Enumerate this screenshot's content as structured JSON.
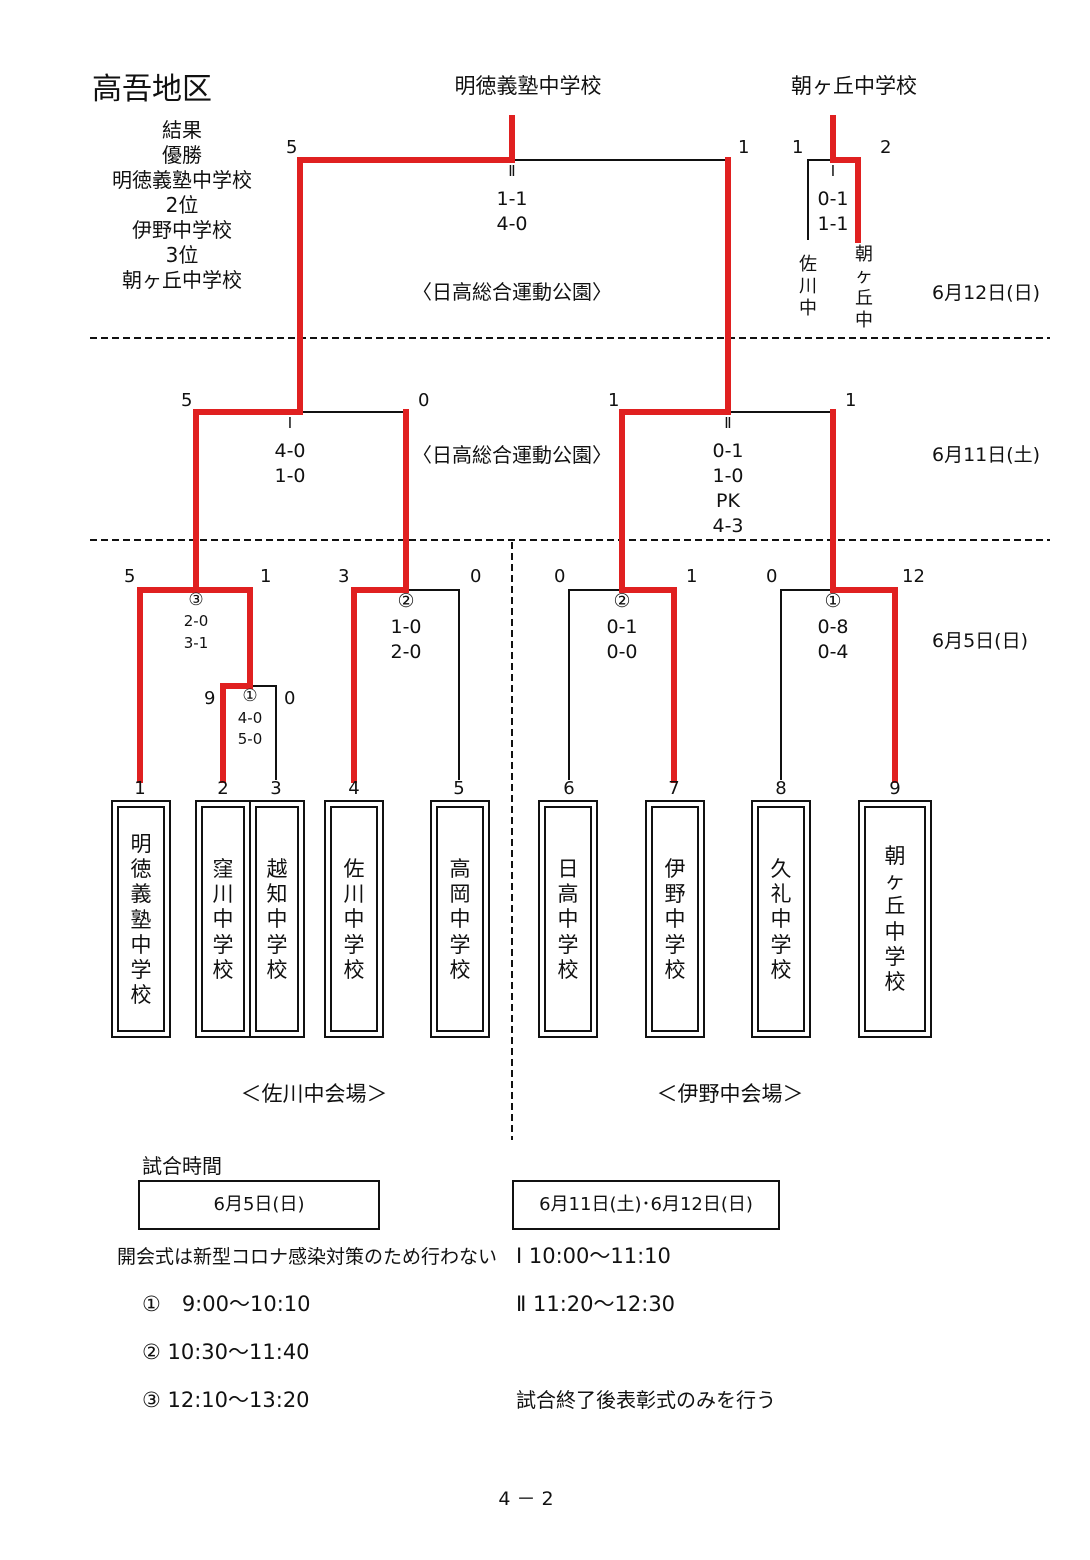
{
  "title": "高吾地区",
  "finalists": {
    "final_top_team": "明徳義塾中学校",
    "third_place_top_team": "朝ヶ丘中学校"
  },
  "result": {
    "heading": "結果",
    "first_label": "優勝",
    "first_team": "明徳義塾中学校",
    "second_label": "2位",
    "second_team": "伊野中学校",
    "third_label": "3位",
    "third_team": "朝ヶ丘中学校"
  },
  "final_match": {
    "mark": "Ⅱ",
    "left_score": "5",
    "right_score": "1",
    "half1": "1-1",
    "half2": "4-0",
    "venue": "〈日高総合運動公園〉"
  },
  "third_place_match": {
    "mark": "Ⅰ",
    "left_score": "1",
    "right_score": "2",
    "half1": "0-1",
    "half2": "1-1",
    "left_team": "佐\n川\n中",
    "right_team": "朝\nヶ\n丘\n中"
  },
  "dates": {
    "day3": "6月12日(日)",
    "day2": "6月11日(土)",
    "day1": "6月5日(日)"
  },
  "semifinal_left": {
    "mark": "Ⅰ",
    "left_score": "5",
    "right_score": "0",
    "half1": "4-0",
    "half2": "1-0",
    "venue": "〈日高総合運動公園〉"
  },
  "semifinal_right": {
    "mark": "Ⅱ",
    "left_score": "1",
    "right_score": "1",
    "half1": "0-1",
    "half2": "1-0",
    "pk_label": "PK",
    "pk_score": "4-3"
  },
  "round1": [
    {
      "mark": "③",
      "left_score": "5",
      "right_score": "1",
      "half1": "2-0",
      "half2": "3-1"
    },
    {
      "mark": "②",
      "left_score": "3",
      "right_score": "0",
      "half1": "1-0",
      "half2": "2-0"
    },
    {
      "mark": "②",
      "left_score": "0",
      "right_score": "1",
      "half1": "0-1",
      "half2": "0-0"
    },
    {
      "mark": "①",
      "left_score": "0",
      "right_score": "12",
      "half1": "0-8",
      "half2": "0-4"
    }
  ],
  "prelim": {
    "mark": "①",
    "left_score": "9",
    "right_score": "0",
    "half1": "4-0",
    "half2": "5-0"
  },
  "teams": [
    {
      "no": "1",
      "name": "明\n徳\n義\n塾\n中\n学\n校"
    },
    {
      "no": "2",
      "name": "窪\n川\n中\n学\n校"
    },
    {
      "no": "3",
      "name": "越\n知\n中\n学\n校"
    },
    {
      "no": "4",
      "name": "佐\n川\n中\n学\n校"
    },
    {
      "no": "5",
      "name": "高\n岡\n中\n学\n校"
    },
    {
      "no": "6",
      "name": "日\n高\n中\n学\n校"
    },
    {
      "no": "7",
      "name": "伊\n野\n中\n学\n校"
    },
    {
      "no": "8",
      "name": "久\n礼\n中\n学\n校"
    },
    {
      "no": "9",
      "name": "朝\nヶ\n丘\n中\n学\n校"
    }
  ],
  "venues": {
    "left": "＜佐川中会場＞",
    "right": "＜伊野中会場＞"
  },
  "schedule": {
    "heading": "試合時間",
    "box1": "6月5日(日)",
    "box2": "6月11日(土)･6月12日(日)",
    "note_opening": "開会式は新型コロナ感染対策のため行わない",
    "slot1": "①　9:00～10:10",
    "slot2": "②  10:30～11:40",
    "slot3": "③  12:10～13:20",
    "slotI": "Ⅰ  10:00～11:10",
    "slotII": "Ⅱ  11:20～12:30",
    "note_closing": "試合終了後表彰式のみを行う"
  },
  "page_number": "4 － 2",
  "colors": {
    "winner_line": "#e02020",
    "line": "#111111"
  }
}
